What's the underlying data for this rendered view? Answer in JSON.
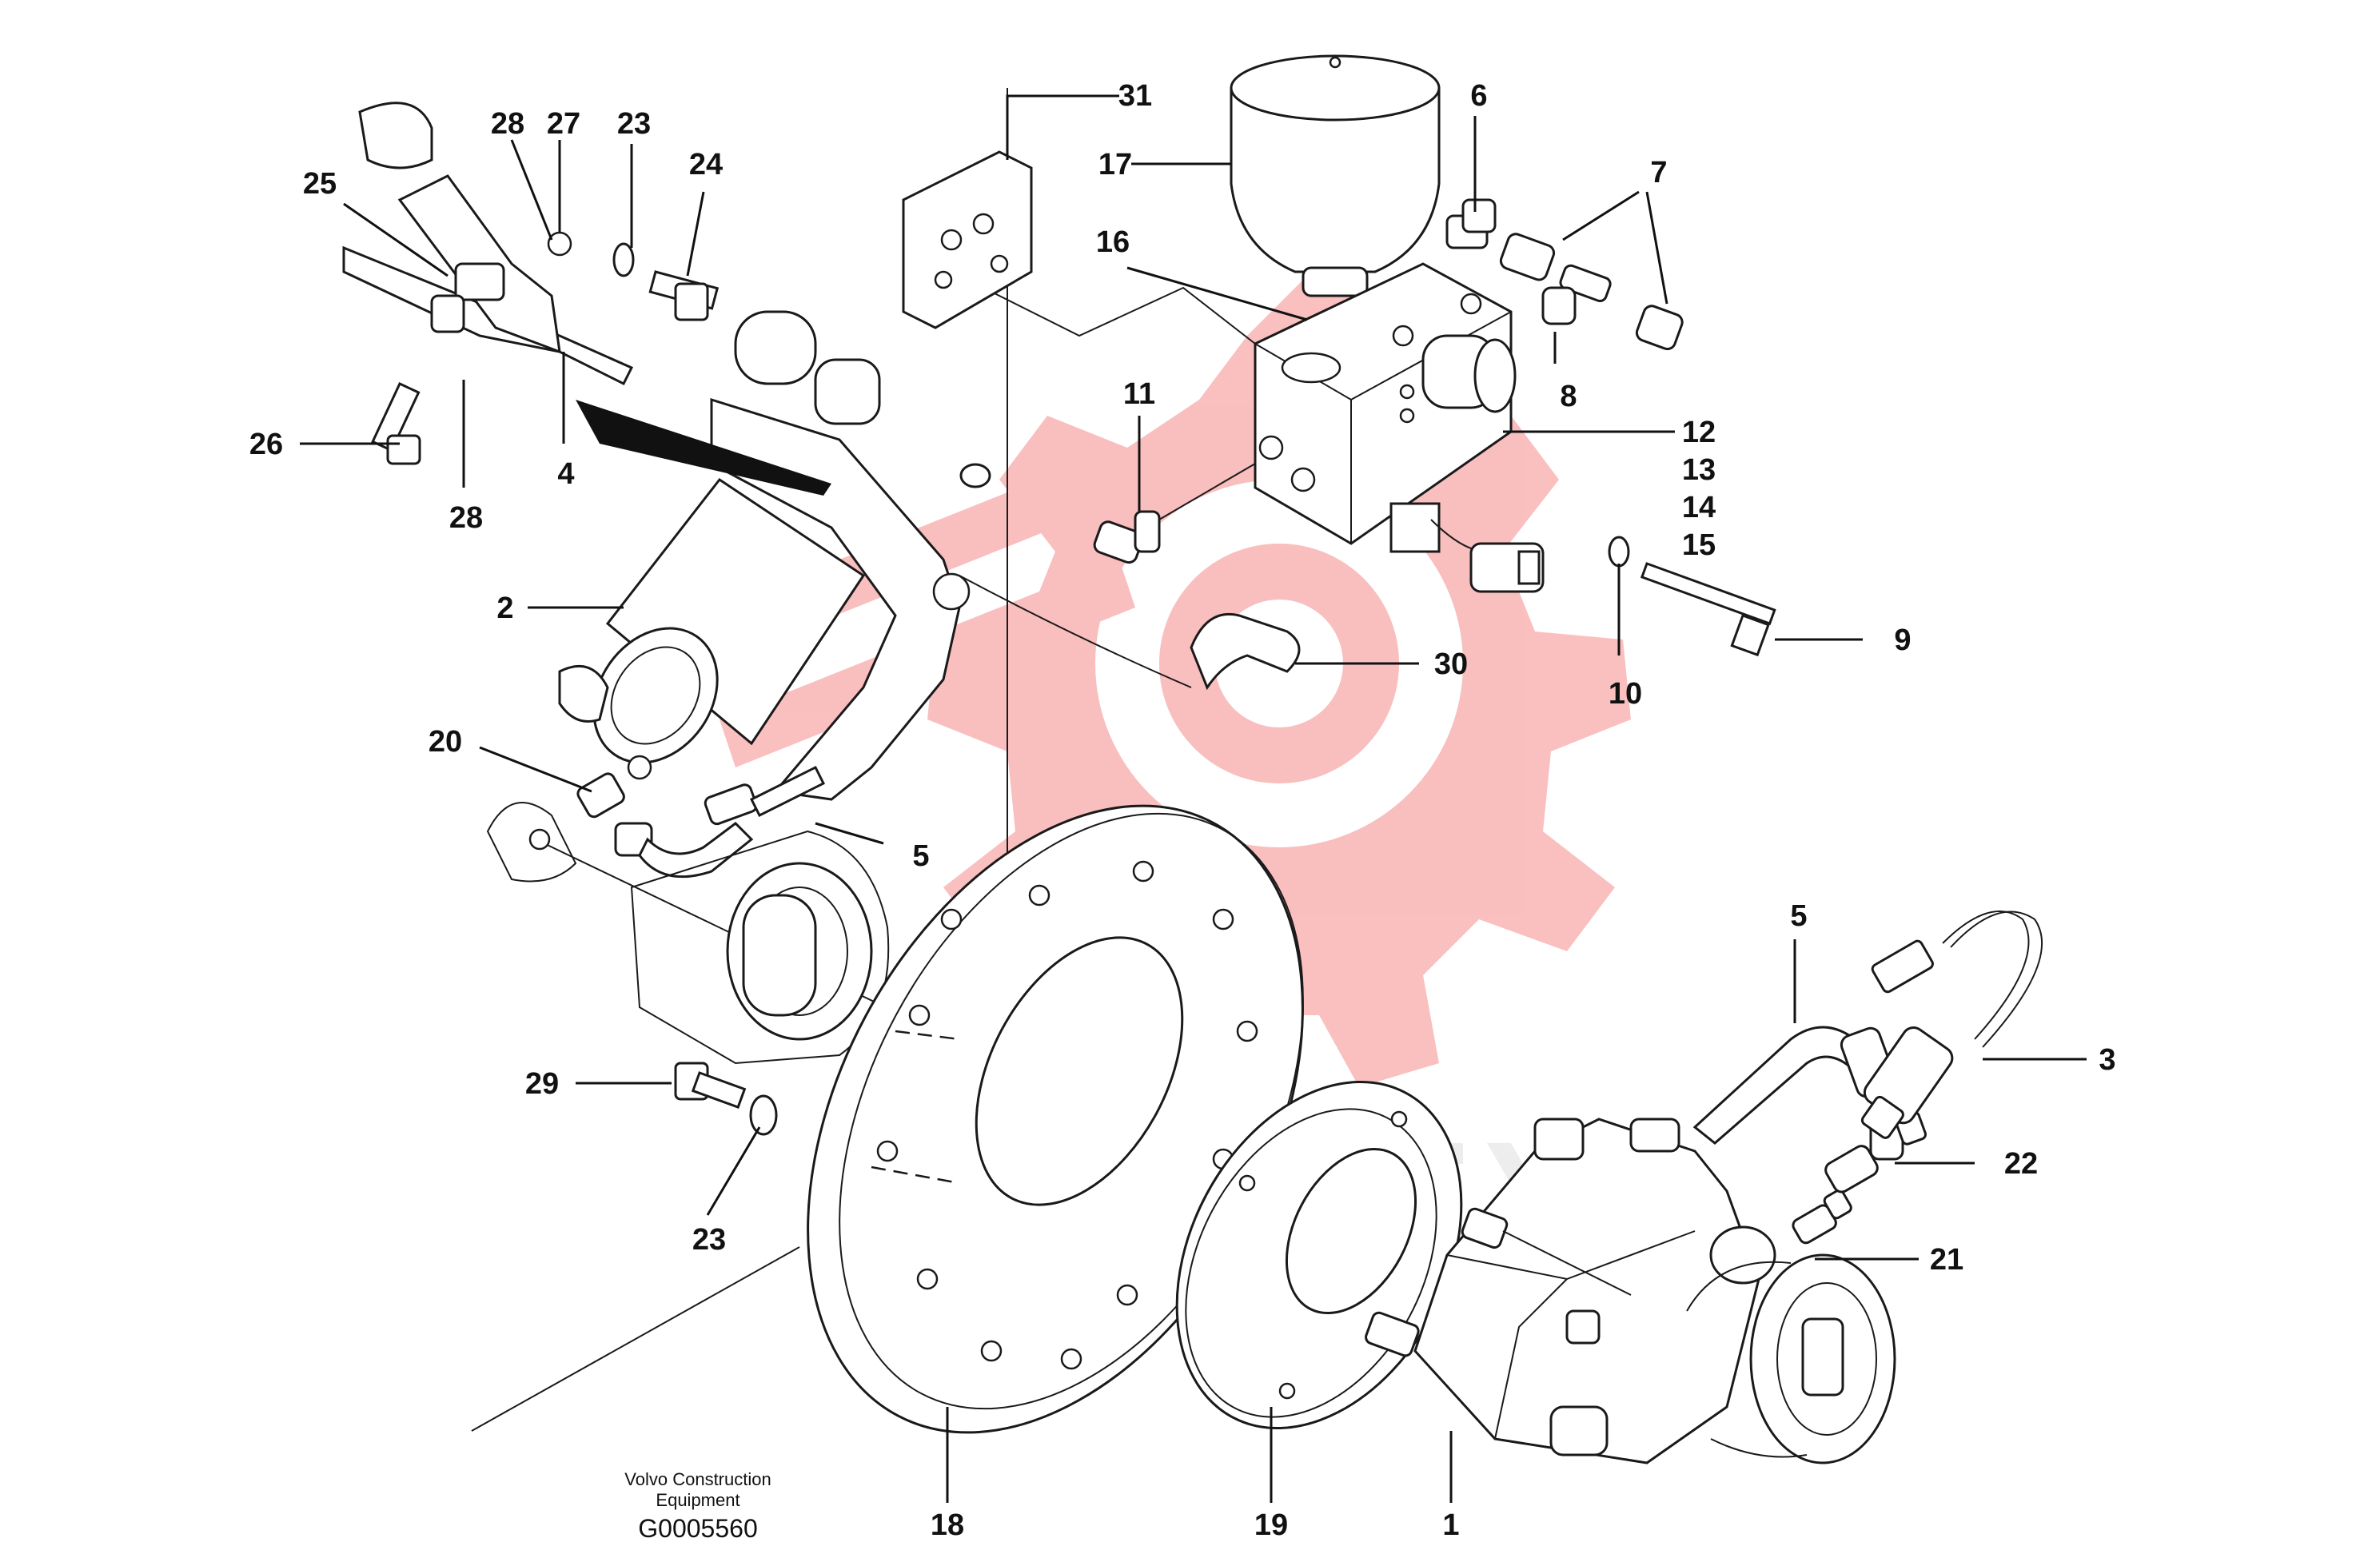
{
  "callouts": [
    {
      "label": "31"
    },
    {
      "label": "17"
    },
    {
      "label": "6"
    },
    {
      "label": "7"
    },
    {
      "label": "16"
    },
    {
      "label": "28"
    },
    {
      "label": "27"
    },
    {
      "label": "23"
    },
    {
      "label": "24"
    },
    {
      "label": "25"
    },
    {
      "label": "11"
    },
    {
      "label": "12"
    },
    {
      "label": "13"
    },
    {
      "label": "14"
    },
    {
      "label": "15"
    },
    {
      "label": "8"
    },
    {
      "label": "26"
    },
    {
      "label": "4"
    },
    {
      "label": "28"
    },
    {
      "label": "2"
    },
    {
      "label": "9"
    },
    {
      "label": "30"
    },
    {
      "label": "10"
    },
    {
      "label": "20"
    },
    {
      "label": "5"
    },
    {
      "label": "5"
    },
    {
      "label": "3"
    },
    {
      "label": "29"
    },
    {
      "label": "22"
    },
    {
      "label": "23"
    },
    {
      "label": "21"
    },
    {
      "label": "18"
    },
    {
      "label": "19"
    },
    {
      "label": "1"
    }
  ],
  "caption": {
    "line1": "Volvo Construction",
    "line2": "Equipment",
    "code": "G0005560"
  },
  "colors": {
    "ink": "#111111",
    "watermark_red": "#f04848",
    "watermark_grey": "#cccccc"
  }
}
